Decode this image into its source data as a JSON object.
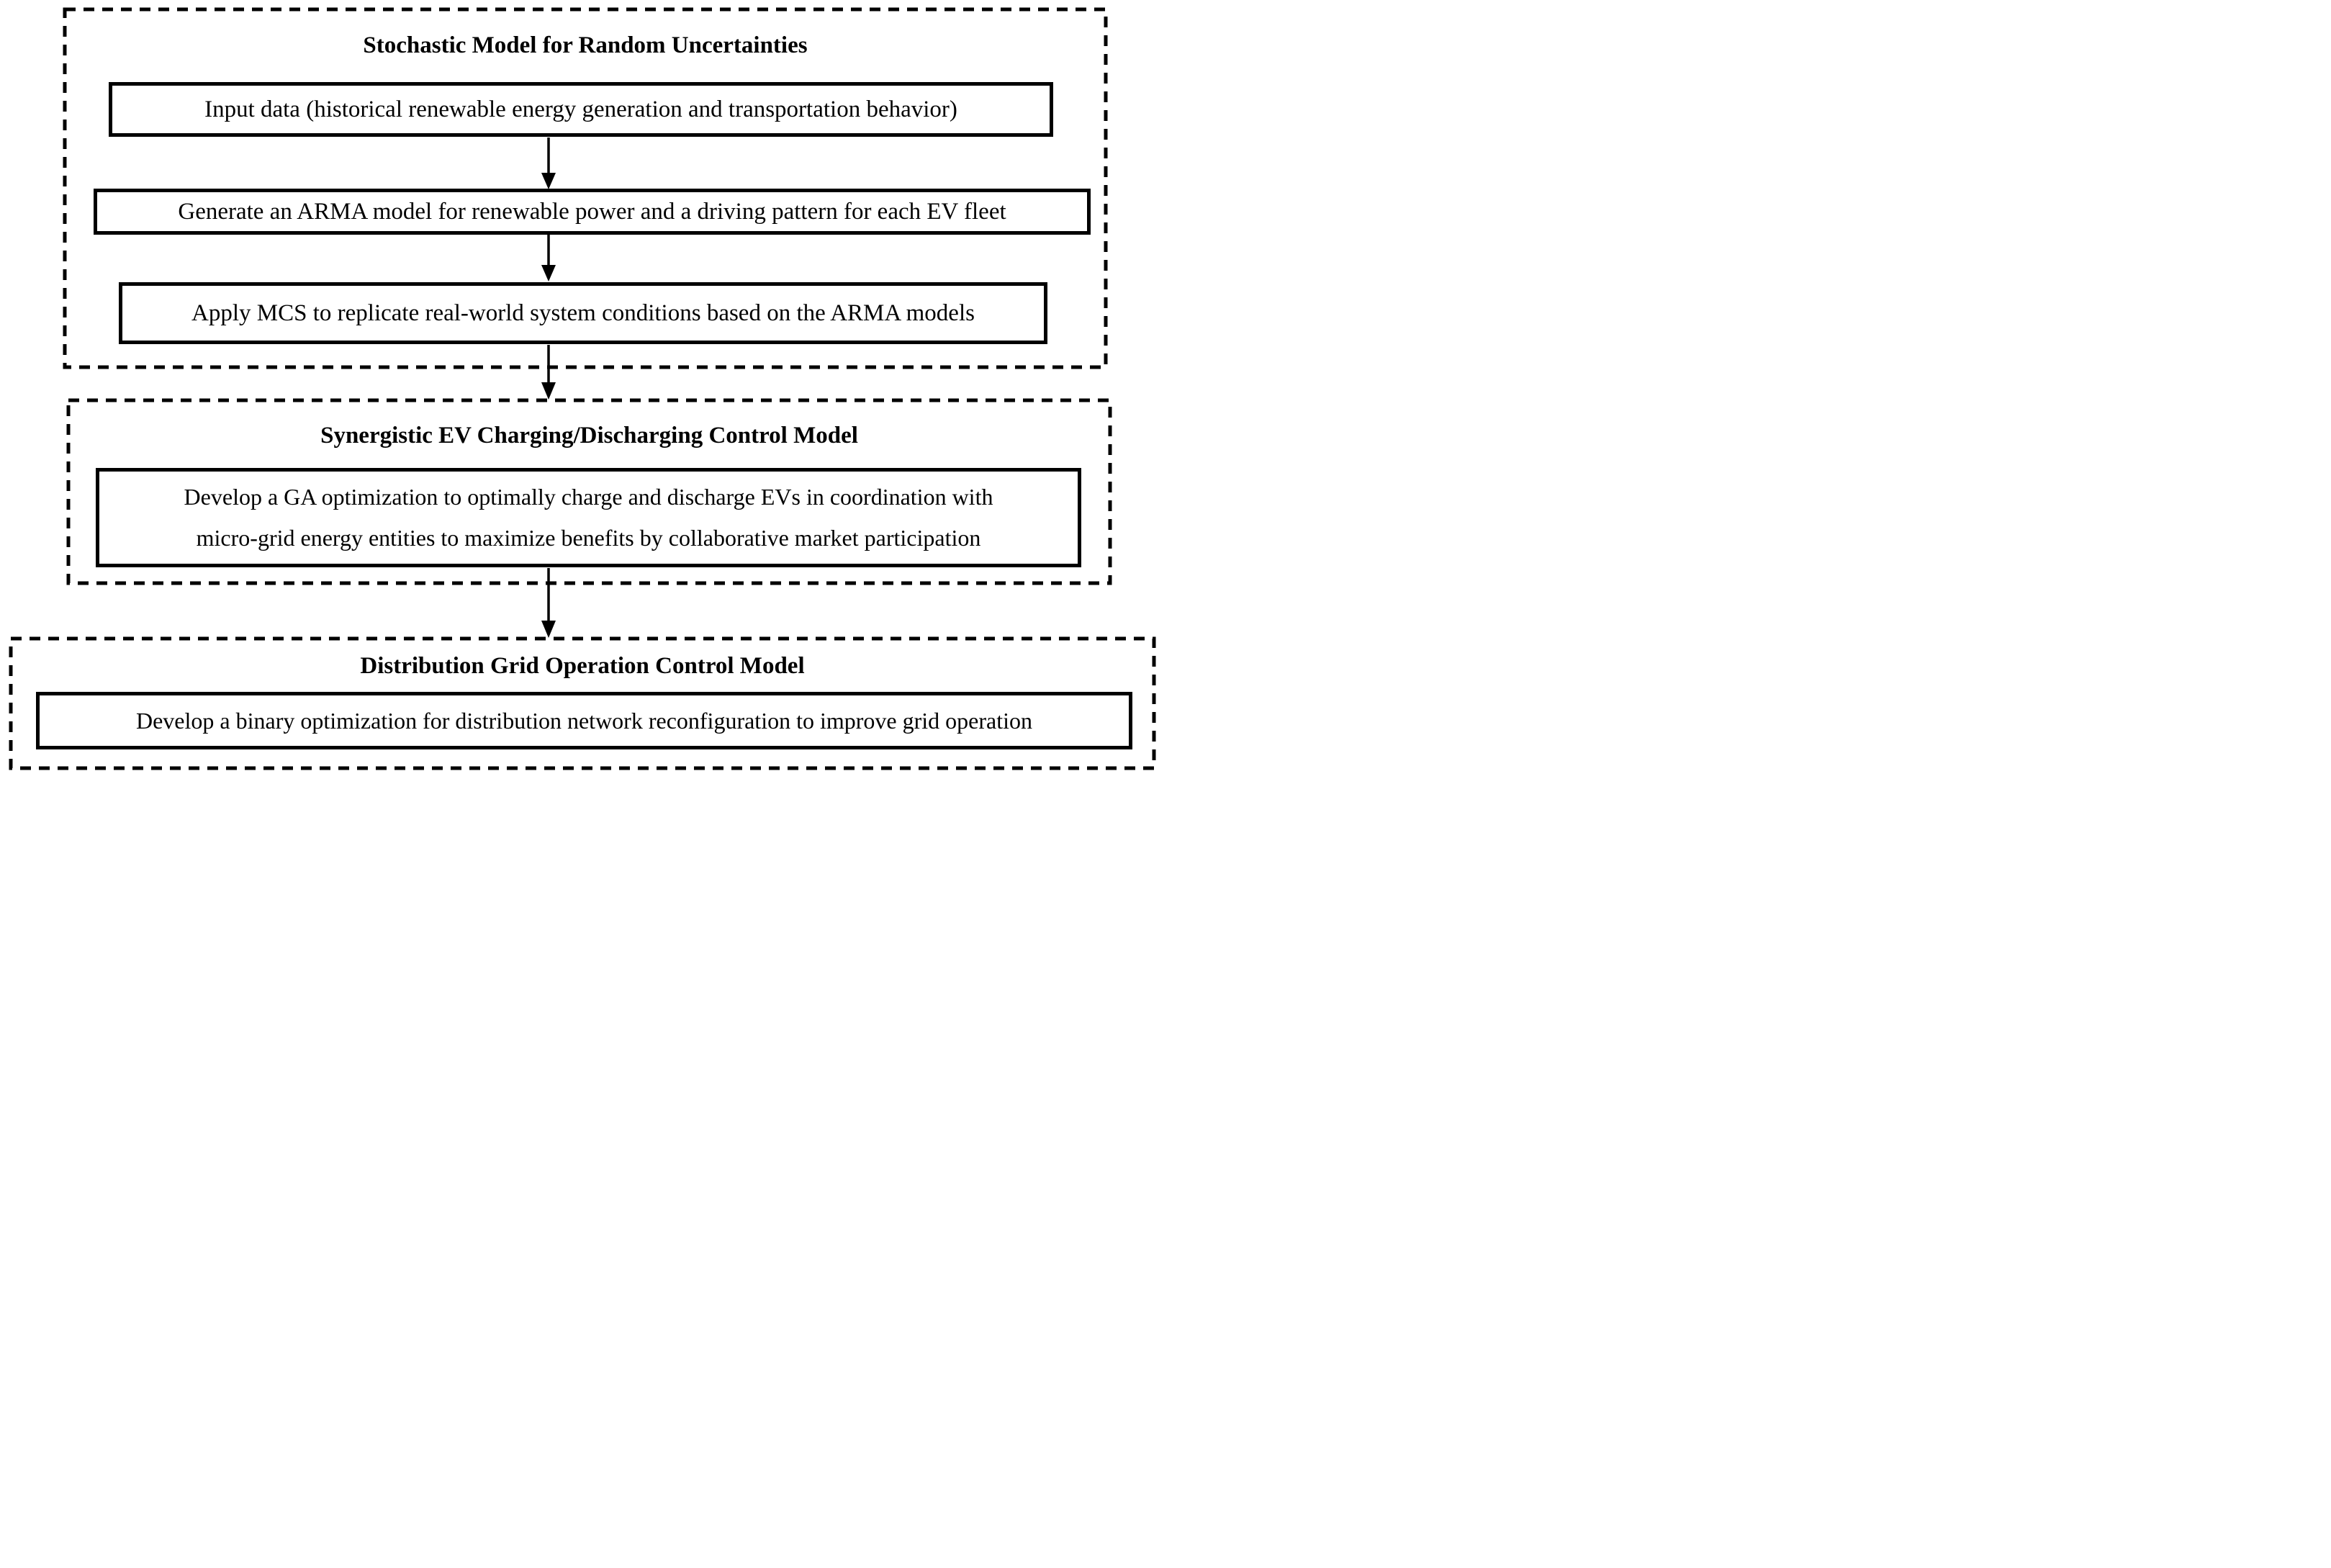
{
  "page": {
    "background_color": "#ffffff",
    "line_color": "#000000"
  },
  "sections": [
    {
      "title": "Stochastic Model for Random Uncertainties",
      "boxes": [
        "Input data (historical renewable energy generation and transportation behavior)",
        "Generate an ARMA model for renewable power and a driving pattern for each EV fleet",
        "Apply MCS to replicate real-world system conditions based on the ARMA models"
      ]
    },
    {
      "title": "Synergistic EV Charging/Discharging Control Model",
      "box_lines": [
        "Develop a GA optimization to optimally charge and discharge EVs in coordination with",
        "micro-grid energy entities to maximize benefits by collaborative market participation"
      ]
    },
    {
      "title": "Distribution Grid Operation Control Model",
      "boxes": [
        "Develop a binary optimization for distribution network reconfiguration to improve grid operation"
      ]
    }
  ]
}
